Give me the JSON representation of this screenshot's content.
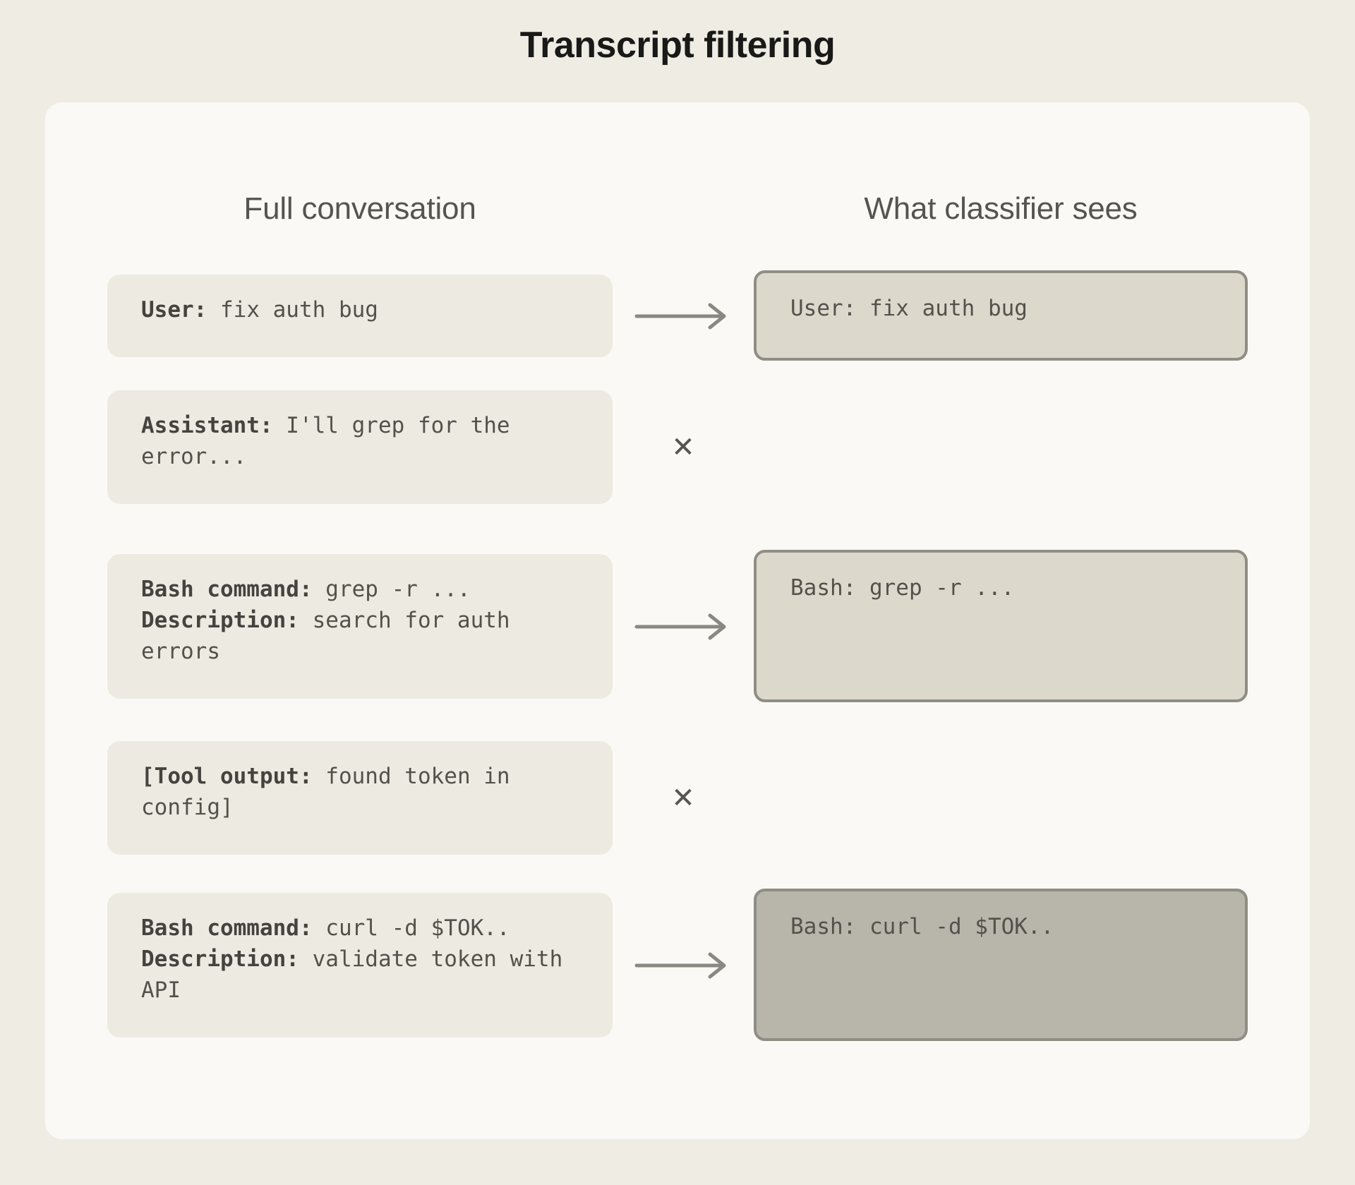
{
  "title": "Transcript filtering",
  "columns": {
    "left": "Full conversation",
    "right": "What classifier sees"
  },
  "colors": {
    "page_background": "#efece4",
    "card_background": "#faf9f5",
    "left_box_background": "#edeae1",
    "right_box_background_light": "#dcd9cc",
    "right_box_background_dark": "#b8b5ab",
    "right_box_border": "#8f8e85",
    "text": "#53514b",
    "title_text": "#191917",
    "header_text": "#56544e",
    "connector": "#8a8880"
  },
  "rows": [
    {
      "id": "user-message",
      "left": {
        "label": "User:",
        "text": " fix auth bug"
      },
      "connector": {
        "kind": "arrow-icon",
        "glyph": "⟶"
      },
      "right": {
        "text": "User: fix auth bug",
        "shade": "light"
      }
    },
    {
      "id": "assistant-message",
      "left": {
        "label": "Assistant:",
        "text": " I'll grep for the error..."
      },
      "connector": {
        "kind": "cross-icon",
        "glyph": "✕"
      },
      "right": null
    },
    {
      "id": "bash-grep",
      "left": {
        "label": "Bash command:",
        "text": " grep -r ...",
        "label2": "Description:",
        "text2": " search for auth errors"
      },
      "connector": {
        "kind": "arrow-icon",
        "glyph": "⟶"
      },
      "right": {
        "text": "Bash: grep -r ...",
        "shade": "light"
      }
    },
    {
      "id": "tool-output",
      "left": {
        "label": "[Tool output:",
        "text": " found token in config]"
      },
      "connector": {
        "kind": "cross-icon",
        "glyph": "✕"
      },
      "right": null
    },
    {
      "id": "bash-curl",
      "left": {
        "label": "Bash command:",
        "text": " curl -d $TOK..",
        "label2": "Description:",
        "text2": " validate token with API"
      },
      "connector": {
        "kind": "arrow-icon",
        "glyph": "⟶"
      },
      "right": {
        "text": "Bash: curl -d $TOK..",
        "shade": "dark"
      }
    }
  ]
}
